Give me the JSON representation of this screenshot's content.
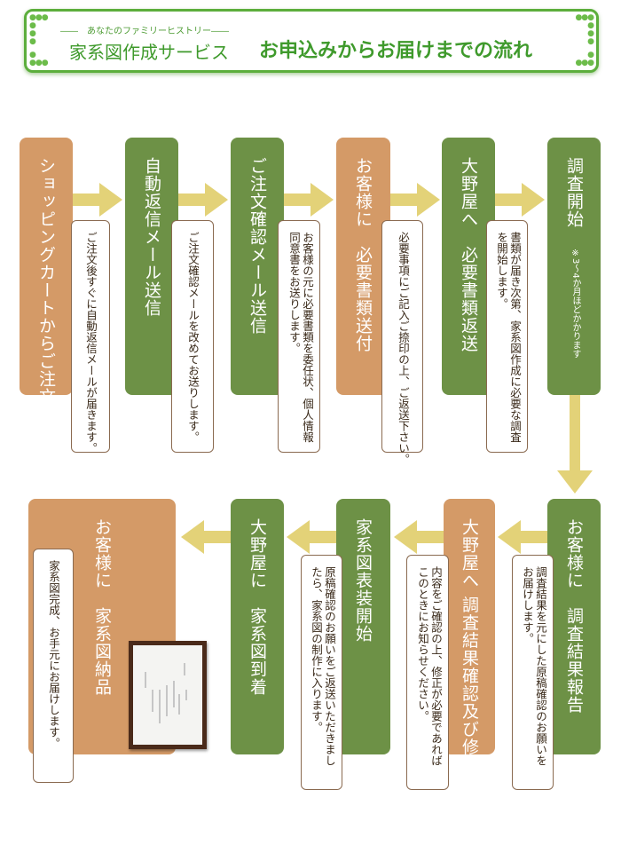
{
  "header": {
    "subtitle": "――　あなたのファミリーヒストリー――",
    "service": "家系図作成サービス",
    "title": "お申込みからお届けまでの流れ"
  },
  "colors": {
    "orange": "#d49a67",
    "green": "#6d9146",
    "arrow": "#e3d278",
    "frame_border": "#5cae3c"
  },
  "steps": [
    {
      "title": "ショッピングカートからご注文",
      "note": "ご注文後すぐに自動返信メールが届きます。"
    },
    {
      "title": "自動返信メール送信",
      "note": "ご注文確認メールを改めてお送りします。"
    },
    {
      "title": "ご注文確認メール送信",
      "note": "お客様の元に必要書類を委任状、個人情報\n同意書をお送りします。"
    },
    {
      "title": "お客様に　必要書類送付",
      "note": "必要事項にご記入ご捺印の上、ご返送下さい。"
    },
    {
      "title": "大野屋へ　必要書類返送",
      "note": "書類が届き次第、家系図作成に必要な調査\nを開始します。"
    },
    {
      "title": "調査開始",
      "note": "※3～4か月ほどかかります"
    },
    {
      "title": "お客様に　調査結果報告",
      "note": "調査結果を元にした原稿確認のお願いを\nお届けします。"
    },
    {
      "title": "大野屋へ 調査結果確認及び修正依頼",
      "note": "内容をご確認の上、修正が必要であれば\nこのときにお知らせください。"
    },
    {
      "title": "家系図表装開始",
      "note": "原稿確認のお願いをご返送いただきまし\nたら、家系図の制作に入ります。"
    },
    {
      "title": "大野屋に　家系図到着"
    },
    {
      "title": "お客様に　家系図納品",
      "note": "家系図完成、お手元にお届けします。"
    }
  ]
}
